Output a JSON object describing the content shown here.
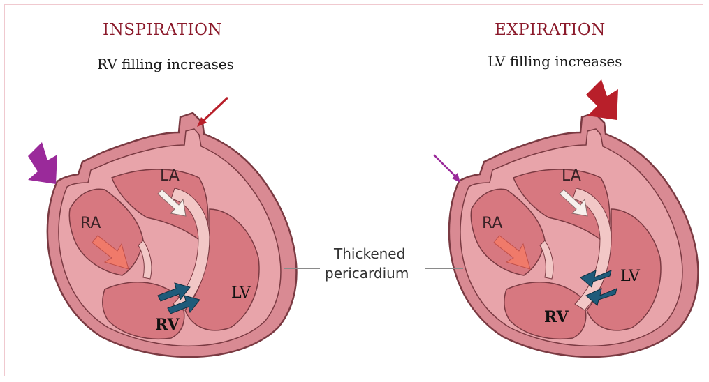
{
  "colors": {
    "title": "#8b1a2b",
    "heart_outer": "#d98a93",
    "heart_fill": "#e8a4aa",
    "heart_stroke": "#7a3a42",
    "chamber_inner": "#d77880",
    "septum_light": "#f2c7c6",
    "pericardium_line": "#8a8a8a",
    "purple_arrow": "#9a2a9a",
    "red_arrow": "#b81f2a",
    "blue_arrow": "#1f5b7a",
    "salmon_arrow": "#f07a6a"
  },
  "left_panel": {
    "title": "INSPIRATION",
    "subtitle": "RV filling increases",
    "labels": {
      "la": "LA",
      "ra": "RA",
      "lv": "LV",
      "rv": "RV"
    },
    "icons": [
      "purple-large-arrow-icon",
      "red-thin-arrow-icon",
      "blue-double-arrow-icon"
    ]
  },
  "right_panel": {
    "title": "EXPIRATION",
    "subtitle": "LV filling increases",
    "labels": {
      "la": "LA",
      "ra": "RA",
      "lv": "LV",
      "rv": "RV"
    },
    "icons": [
      "red-large-arrow-icon",
      "purple-thin-arrow-icon",
      "blue-double-arrow-icon"
    ]
  },
  "center_label": {
    "line1": "Thickened",
    "line2": "pericardium"
  }
}
